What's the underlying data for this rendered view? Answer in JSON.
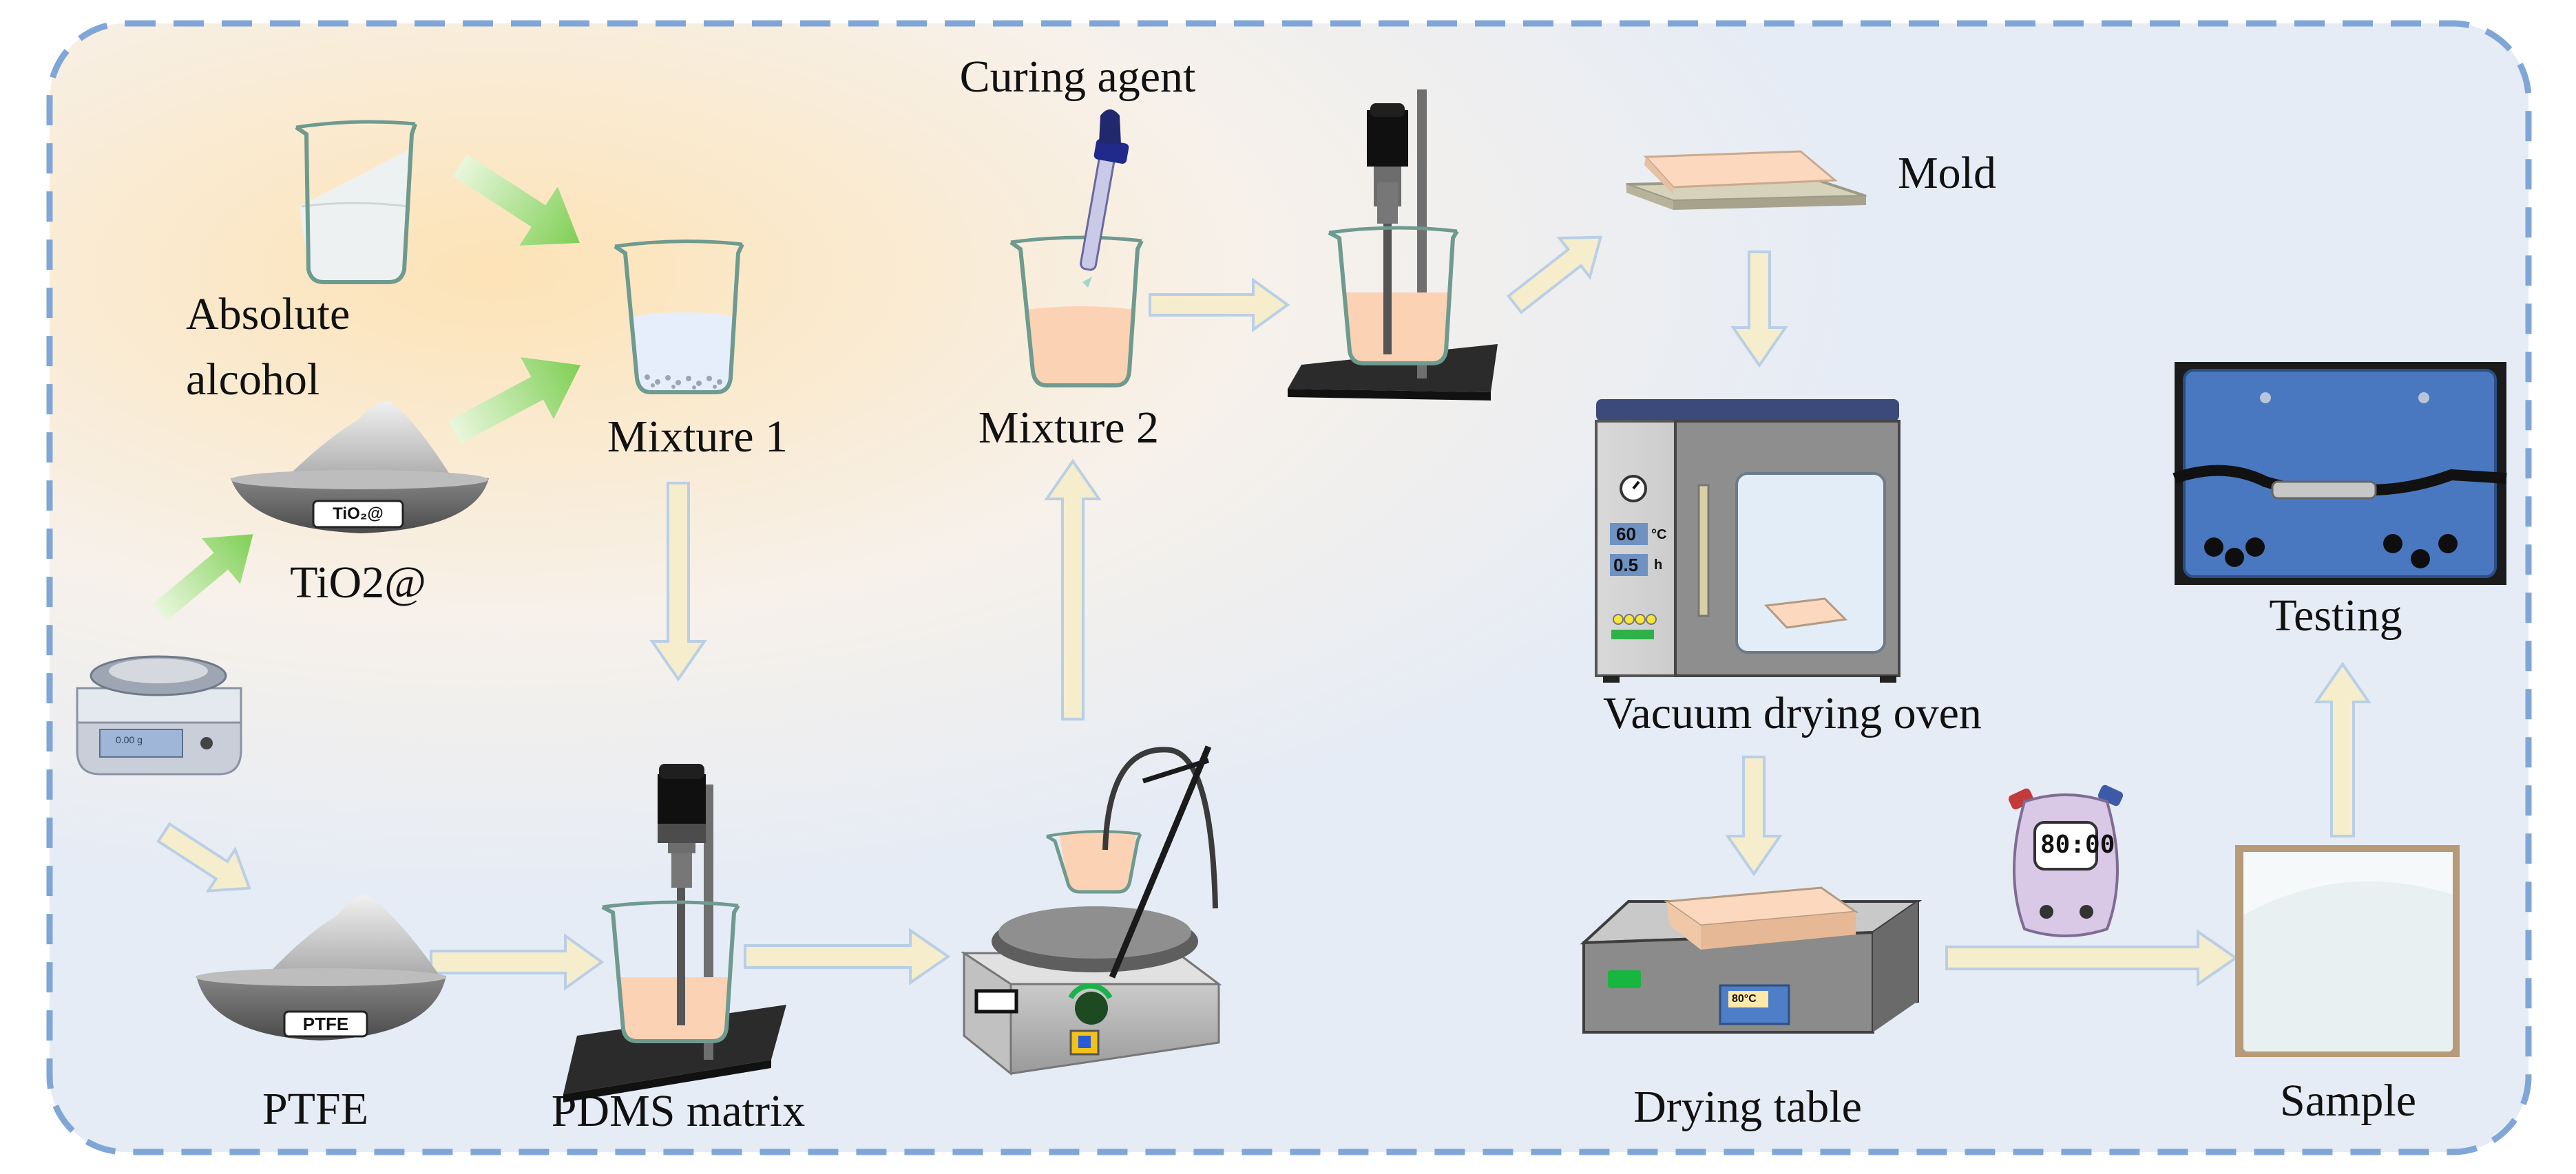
{
  "labels": {
    "absolute_alcohol_line1": "Absolute",
    "absolute_alcohol_line2": "alcohol",
    "tio2": "TiO2@",
    "mixture1": "Mixture 1",
    "curing_agent": "Curing agent",
    "mixture2": "Mixture 2",
    "mold": "Mold",
    "vacuum_oven": "Vacuum drying oven",
    "testing": "Testing",
    "ptfe": "PTFE",
    "pdms": "PDMS matrix",
    "drying_table": "Drying table",
    "sample": "Sample"
  },
  "tags": {
    "tio2_bowl": "TiO₂@",
    "ptfe_bowl": "PTFE",
    "balance_display": "0.00  g",
    "oven_temp": "60",
    "oven_temp_unit": "°C",
    "oven_time": "0.5",
    "oven_time_unit": "h",
    "table_display": "80°C",
    "stopwatch_display": "80:00"
  },
  "colors": {
    "frame_border": "#7fa6d6",
    "light_arrow": "#f5edcc",
    "light_arrow_stroke": "#b9cfe6",
    "green_arrow": "#8fd36b",
    "beaker_liquid": "#fcd2b4"
  }
}
